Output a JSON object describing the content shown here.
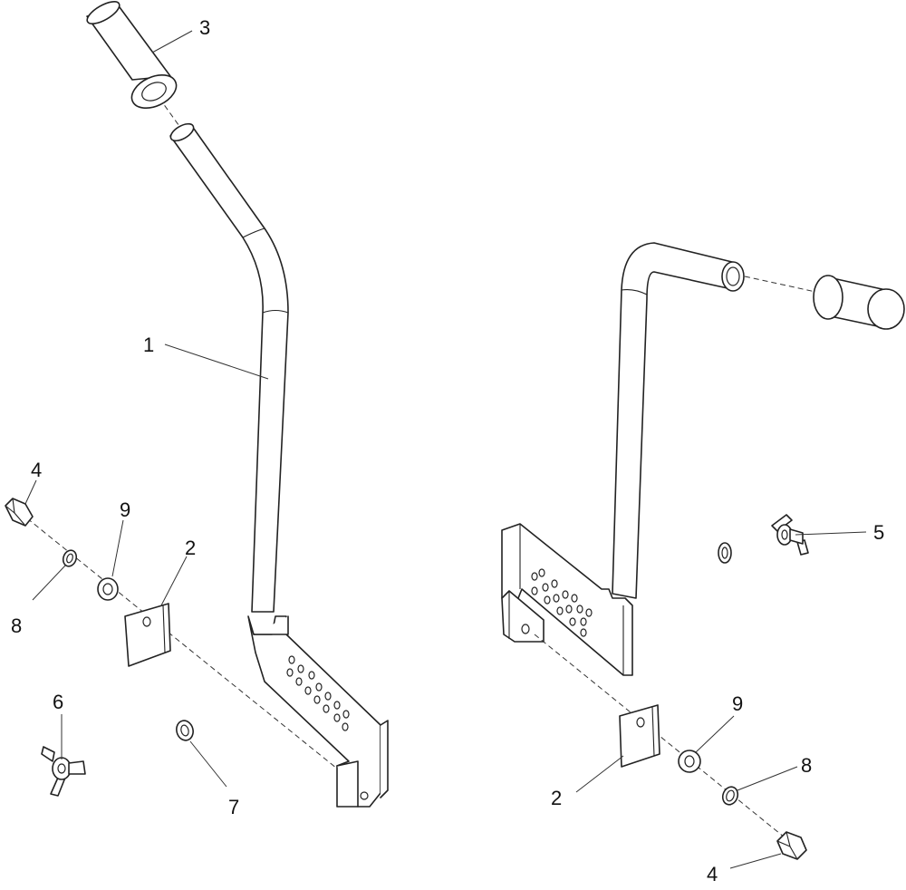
{
  "callouts": {
    "c1": "1",
    "c2a": "2",
    "c2b": "2",
    "c3": "3",
    "c4a": "4",
    "c4b": "4",
    "c5": "5",
    "c6": "6",
    "c7": "7",
    "c8a": "8",
    "c8b": "8",
    "c9a": "9",
    "c9b": "9"
  }
}
